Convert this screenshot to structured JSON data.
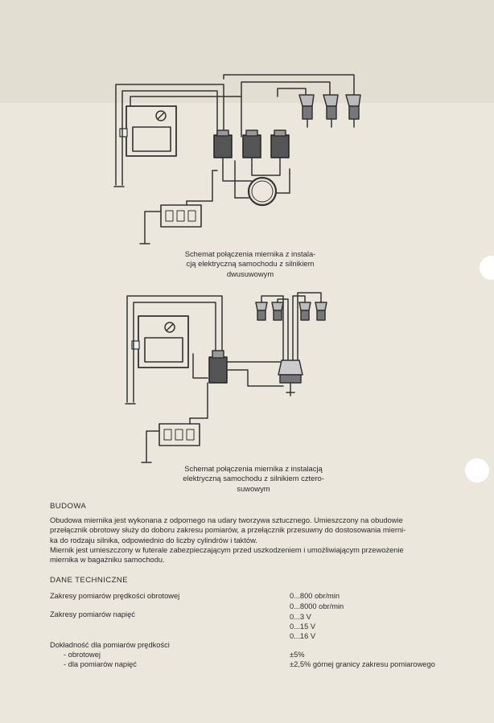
{
  "diagram1": {
    "caption_lines": [
      "Schemat połączenia miernika z instala-",
      "cją elektryczną samochodu z silnikiem",
      "dwusuwowym"
    ]
  },
  "diagram2": {
    "caption_lines": [
      "Schemat połączenia miernika z instalacją",
      "elektryczną samochodu z silnikiem cztero-",
      "suwowym"
    ]
  },
  "budowa": {
    "heading": "BUDOWA",
    "lines": [
      "Obudowa miernika jest wykonana z odpornego na udary tworzywa sztucznego. Umieszczony na obudowie",
      "przełącznik obrotowy służy do doboru zakresu pomiarów, a przełącznik przesuwny do dostosowania mierni-",
      "ka do rodzaju silnika, odpowiednio do liczby cylindrów i taktów.",
      "Miernik jest umieszczony w futerale zabezpieczającym przed uszkodzeniem i umożliwiającym przewożenie",
      "miernika w bagażniku samochodu."
    ]
  },
  "tech": {
    "heading": "DANE TECHNICZNE",
    "speed_label": "Zakresy pomiarów prędkości obrotowej",
    "speed_values": [
      "0...800 obr/min",
      "0...8000 obr/min"
    ],
    "voltage_label": "Zakresy pomiarów napięć",
    "voltage_values": [
      "0...3 V",
      "0...15 V",
      "0...16 V"
    ],
    "accuracy_label": "Dokładność dla pomiarów prędkości",
    "accuracy_speed_label": "- obrotowej",
    "accuracy_speed_value": "±5%",
    "accuracy_voltage_label": "- dla pomiarów napięć",
    "accuracy_voltage_value": "±2,5% górnej granicy zakresu pomiarowego"
  }
}
